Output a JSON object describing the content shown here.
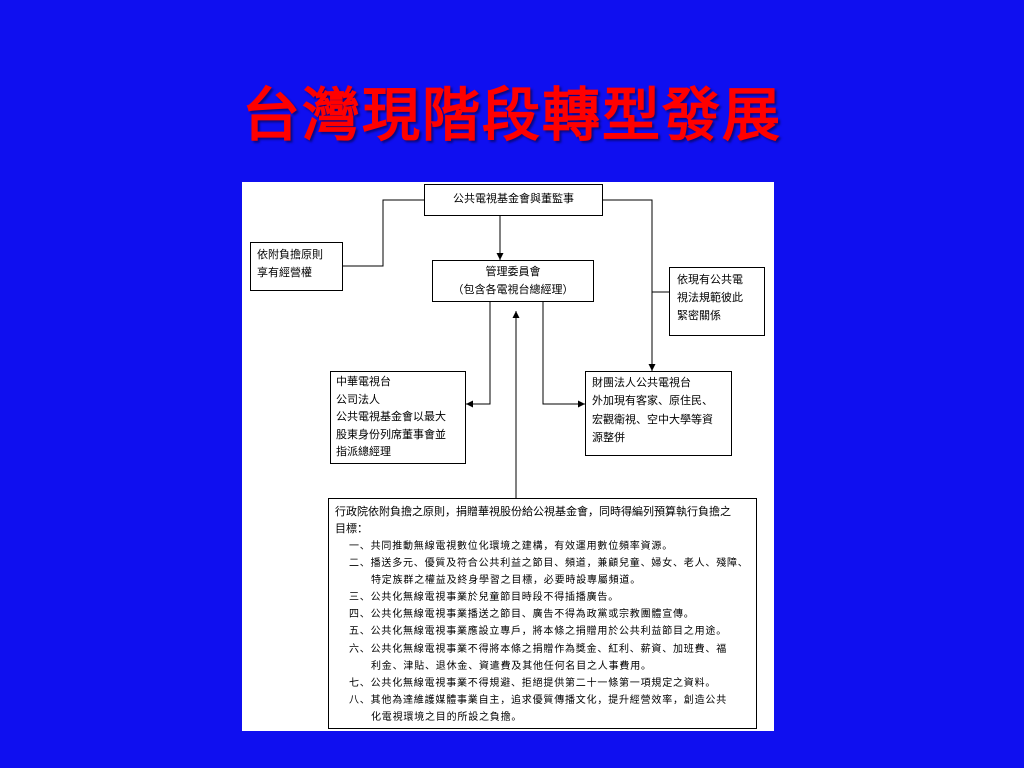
{
  "slide": {
    "title": "台灣現階段轉型發展",
    "colors": {
      "background": "#0f0ff0",
      "title": "#ff0000",
      "panel": "#ffffff",
      "line": "#000000"
    }
  },
  "diagram": {
    "board": "公共電視基金會與董監事",
    "principle": "依附負擔原則\n享有經營權",
    "committee": "管理委員會\n（包含各電視台總經理）",
    "law": "依現有公共電\n視法規範彼此\n緊密關係",
    "cts": "中華電視台\n公司法人\n公共電視基金會以最大\n股東身份列席董事會並\n指派總經理",
    "pts": "財團法人公共電視台\n外加現有客家、原住民、\n宏觀衛視、空中大學等資\n源整併",
    "obligations": {
      "intro": "行政院依附負擔之原則，捐贈華視股份給公視基金會，同時得編列預算執行負擔之\n目標：",
      "items": [
        "一、共同推動無線電視數位化環境之建構，有效運用數位頻率資源。",
        "二、播送多元、優質及符合公共利益之節目、頻道，兼顧兒童、婦女、老人、殘障、\n特定族群之權益及終身學習之目標，必要時設專屬頻道。",
        "三、公共化無線電視事業於兒童節目時段不得插播廣告。",
        "四、公共化無線電視事業播送之節目、廣告不得為政黨或宗教團體宣傳。",
        "五、公共化無線電視事業應設立專戶，將本條之捐贈用於公共利益節目之用途。",
        "六、公共化無線電視事業不得將本條之捐贈作為獎金、紅利、薪資、加班費、福\n利金、津貼、退休金、資遣費及其他任何名目之人事費用。",
        "七、公共化無線電視事業不得規避、拒絕提供第二十一條第一項規定之資料。",
        "八、其他為達維護媒體事業自主，追求優質傳播文化，提升經營效率，創造公共\n化電視環境之目的所設之負擔。"
      ]
    }
  }
}
